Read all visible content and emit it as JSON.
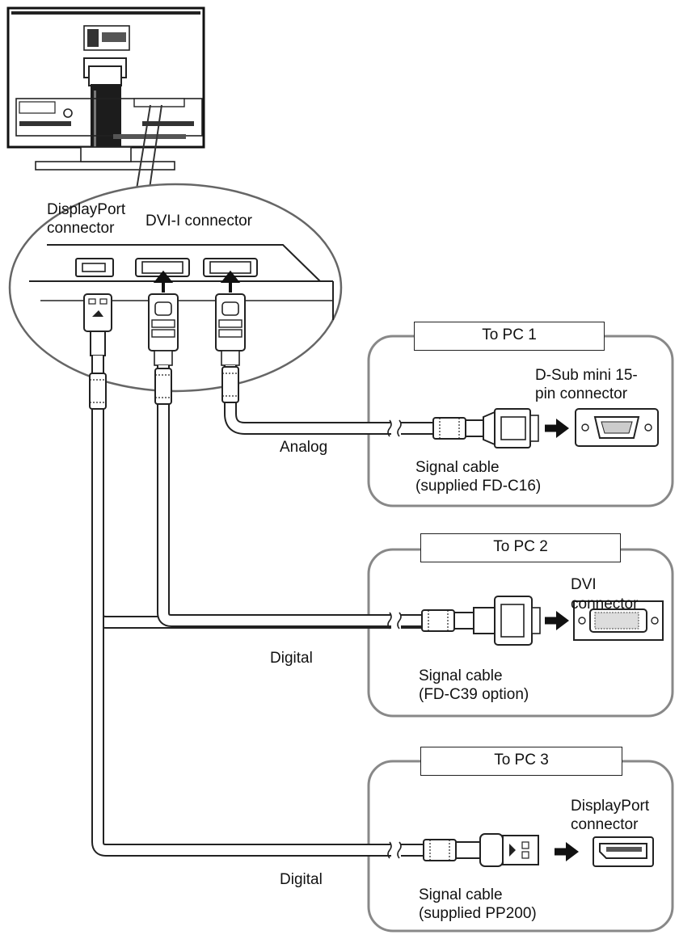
{
  "monitor_labels": {
    "displayport_connector": [
      "DisplayPort",
      "connector"
    ],
    "dvi_connector": "DVI-I connector"
  },
  "pc_panels": [
    {
      "heading": "To PC 1",
      "pc_connector": [
        "D-Sub mini 15-",
        "pin connector"
      ],
      "cable_caption": [
        "Signal cable",
        "(supplied FD-C16)"
      ],
      "signal_type": "Analog"
    },
    {
      "heading": "To PC 2",
      "pc_connector": [
        "DVI",
        "connector"
      ],
      "cable_caption": [
        "Signal cable",
        "(FD-C39 option)"
      ],
      "signal_type": "Digital"
    },
    {
      "heading": "To PC 3",
      "pc_connector": [
        "DisplayPort",
        "connector"
      ],
      "cable_caption": [
        "Signal cable",
        "(supplied PP200)"
      ],
      "signal_type": "Digital"
    }
  ]
}
